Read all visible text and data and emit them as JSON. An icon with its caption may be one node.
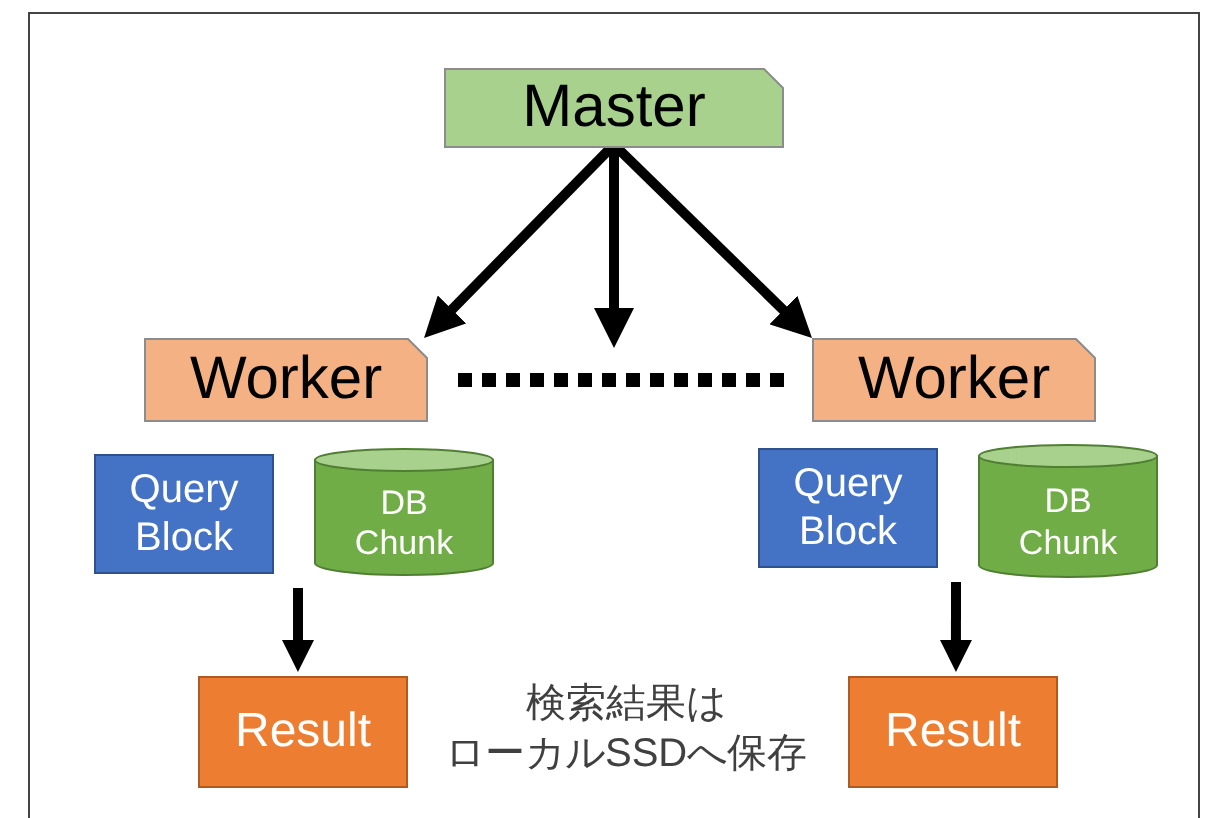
{
  "diagram": {
    "nodes": [
      {
        "text": [
          "Master"
        ]
      },
      {
        "text": [
          "Worker"
        ]
      },
      {
        "text": [
          "Worker"
        ]
      },
      {
        "text": [
          "Query Block"
        ]
      },
      {
        "text": [
          "DB Chunk"
        ]
      },
      {
        "text": [
          "Query Block"
        ]
      },
      {
        "text": [
          "DB Chunk"
        ]
      },
      {
        "text": [
          "Result"
        ]
      },
      {
        "text": [
          "Result"
        ]
      }
    ],
    "edges": [
      {
        "from": 0,
        "to": 1,
        "arrow": "to"
      },
      {
        "from": 0,
        "to": null,
        "arrow": "to"
      },
      {
        "from": 0,
        "to": 2,
        "arrow": "to"
      },
      {
        "from": 1,
        "to": 2,
        "arrow": "none",
        "style": "dashed"
      },
      {
        "from": null,
        "to": 7,
        "arrow": "to"
      },
      {
        "from": null,
        "to": 8,
        "arrow": "to"
      }
    ],
    "labels": [
      "検索結果はローカルSSDへ保存"
    ]
  }
}
